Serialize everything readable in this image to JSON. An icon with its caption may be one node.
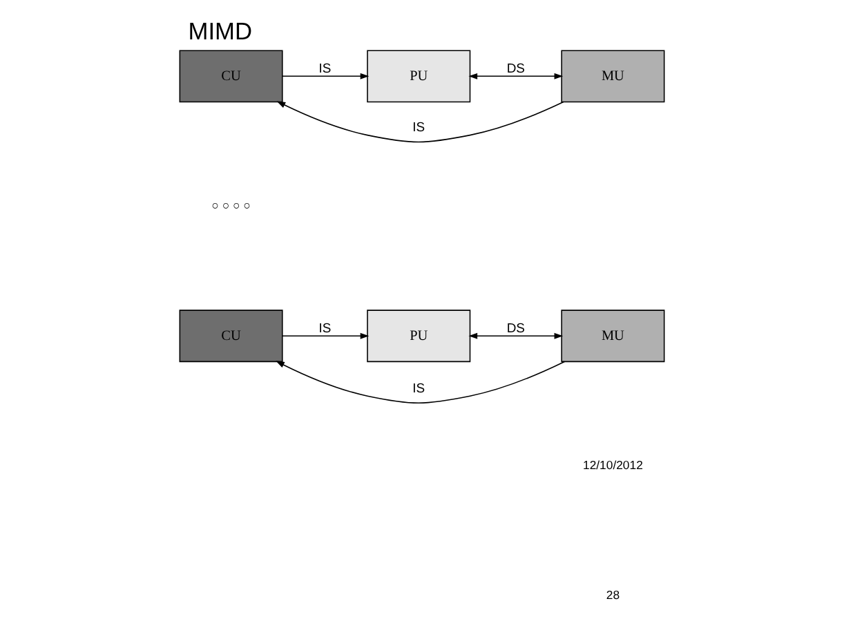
{
  "diagram": {
    "title": "MIMD",
    "nodes": [
      {
        "text": [
          "CU"
        ]
      },
      {
        "text": [
          "PU"
        ]
      },
      {
        "text": [
          "MU"
        ]
      },
      {
        "text": [
          "CU"
        ]
      },
      {
        "text": [
          "PU"
        ]
      },
      {
        "text": [
          "MU"
        ]
      }
    ],
    "edges": [
      {
        "from": 0,
        "to": 1,
        "arrow": "to",
        "label": "IS"
      },
      {
        "from": 1,
        "to": 2,
        "arrow": "both",
        "label": "DS"
      },
      {
        "from": 2,
        "to": 0,
        "arrow": "to",
        "label": "IS"
      },
      {
        "from": 3,
        "to": 4,
        "arrow": "to",
        "label": "IS"
      },
      {
        "from": 4,
        "to": 5,
        "arrow": "both",
        "label": "DS"
      },
      {
        "from": 5,
        "to": 3,
        "arrow": "to",
        "label": "IS"
      }
    ],
    "labels": [
      "○ ○ ○ ○",
      "12/10/2012",
      "28"
    ]
  }
}
